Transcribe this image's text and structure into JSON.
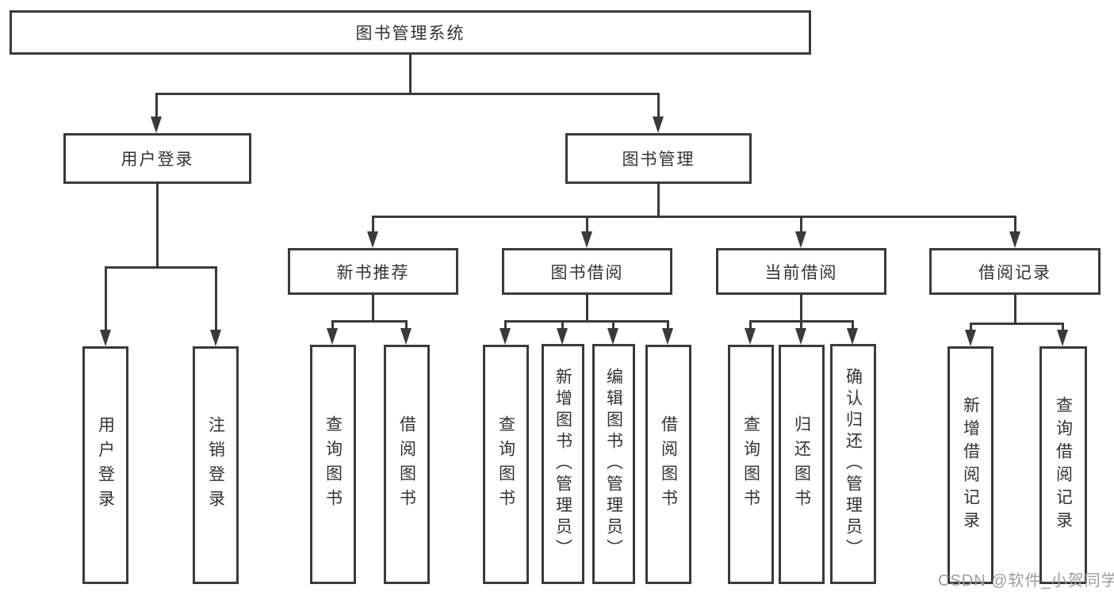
{
  "tree": {
    "root": {
      "label": "图书管理系统"
    },
    "branches": [
      {
        "label": "用户登录",
        "children": [
          {
            "label": "用户登录"
          },
          {
            "label": "注销登录"
          }
        ]
      },
      {
        "label": "图书管理",
        "children": [
          {
            "label": "新书推荐",
            "children": [
              {
                "label": "查询图书"
              },
              {
                "label": "借阅图书"
              }
            ]
          },
          {
            "label": "图书借阅",
            "children": [
              {
                "label": "查询图书"
              },
              {
                "label": "新增图书（管理员）"
              },
              {
                "label": "编辑图书（管理员）"
              },
              {
                "label": "借阅图书"
              }
            ]
          },
          {
            "label": "当前借阅",
            "children": [
              {
                "label": "查询图书"
              },
              {
                "label": "归还图书"
              },
              {
                "label": "确认归还（管理员）"
              }
            ]
          },
          {
            "label": "借阅记录",
            "children": [
              {
                "label": "新增借阅记录"
              },
              {
                "label": "查询借阅记录"
              }
            ]
          }
        ]
      }
    ]
  },
  "watermark": "CSDN @软件_小贺同学",
  "colors": {
    "line": "#3a3a3a",
    "text": "#333333",
    "watermark": "#9d9d9d",
    "background": "#ffffff"
  }
}
